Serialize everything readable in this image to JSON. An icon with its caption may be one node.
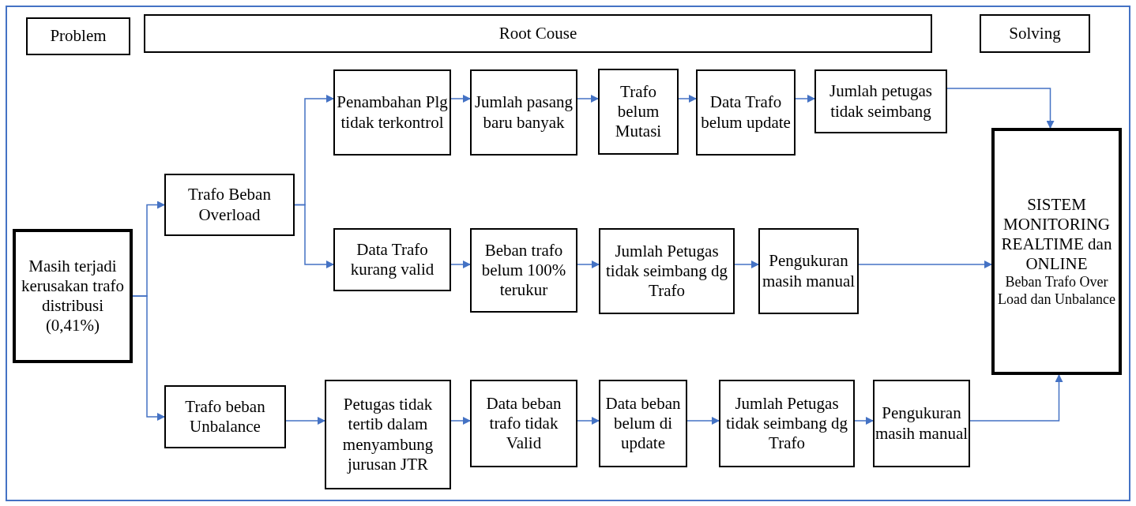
{
  "diagram": {
    "nodes": [
      {
        "text": [
          "Problem"
        ]
      },
      {
        "text": [
          "Root Couse"
        ]
      },
      {
        "text": [
          "Solving"
        ]
      },
      {
        "text": [
          "Masih terjadi kerusakan trafo distribusi (0,41%)"
        ]
      },
      {
        "text": [
          "Trafo Beban Overload"
        ]
      },
      {
        "text": [
          "Penambahan Plg tidak terkontrol"
        ]
      },
      {
        "text": [
          "Jumlah pasang baru banyak"
        ]
      },
      {
        "text": [
          "Trafo belum Mutasi"
        ]
      },
      {
        "text": [
          "Data Trafo belum update"
        ]
      },
      {
        "text": [
          "Jumlah petugas tidak seimbang"
        ]
      },
      {
        "text": [
          "Data Trafo kurang valid"
        ]
      },
      {
        "text": [
          "Beban trafo belum 100% terukur"
        ]
      },
      {
        "text": [
          "Jumlah Petugas tidak seimbang dg Trafo"
        ]
      },
      {
        "text": [
          "Pengukuran masih manual"
        ]
      },
      {
        "text": [
          "SISTEM MONITORING REALTIME dan ONLINE",
          "Beban Trafo Over Load dan Unbalance"
        ]
      },
      {
        "text": [
          "Trafo beban Unbalance"
        ]
      },
      {
        "text": [
          "Petugas tidak tertib dalam menyambung jurusan JTR"
        ]
      },
      {
        "text": [
          "Data beban trafo tidak Valid"
        ]
      },
      {
        "text": [
          "Data beban belum di update"
        ]
      },
      {
        "text": [
          "Jumlah Petugas tidak seimbang dg Trafo"
        ]
      },
      {
        "text": [
          "Pengukuran masih manual"
        ]
      }
    ],
    "edges": [
      {
        "from": 3,
        "to": 4,
        "arrow": "to"
      },
      {
        "from": 3,
        "to": 15,
        "arrow": "to"
      },
      {
        "from": 4,
        "to": 5,
        "arrow": "to"
      },
      {
        "from": 4,
        "to": 10,
        "arrow": "to"
      },
      {
        "from": 5,
        "to": 6,
        "arrow": "to"
      },
      {
        "from": 6,
        "to": 7,
        "arrow": "to"
      },
      {
        "from": 7,
        "to": 8,
        "arrow": "to"
      },
      {
        "from": 8,
        "to": 9,
        "arrow": "to"
      },
      {
        "from": 9,
        "to": 14,
        "arrow": "to"
      },
      {
        "from": 10,
        "to": 11,
        "arrow": "to"
      },
      {
        "from": 11,
        "to": 12,
        "arrow": "to"
      },
      {
        "from": 12,
        "to": 13,
        "arrow": "to"
      },
      {
        "from": 13,
        "to": 14,
        "arrow": "to"
      },
      {
        "from": 15,
        "to": 16,
        "arrow": "to"
      },
      {
        "from": 16,
        "to": 17,
        "arrow": "to"
      },
      {
        "from": 17,
        "to": 18,
        "arrow": "to"
      },
      {
        "from": 18,
        "to": 19,
        "arrow": "to"
      },
      {
        "from": 19,
        "to": 20,
        "arrow": "to"
      },
      {
        "from": 20,
        "to": 14,
        "arrow": "to"
      }
    ]
  }
}
